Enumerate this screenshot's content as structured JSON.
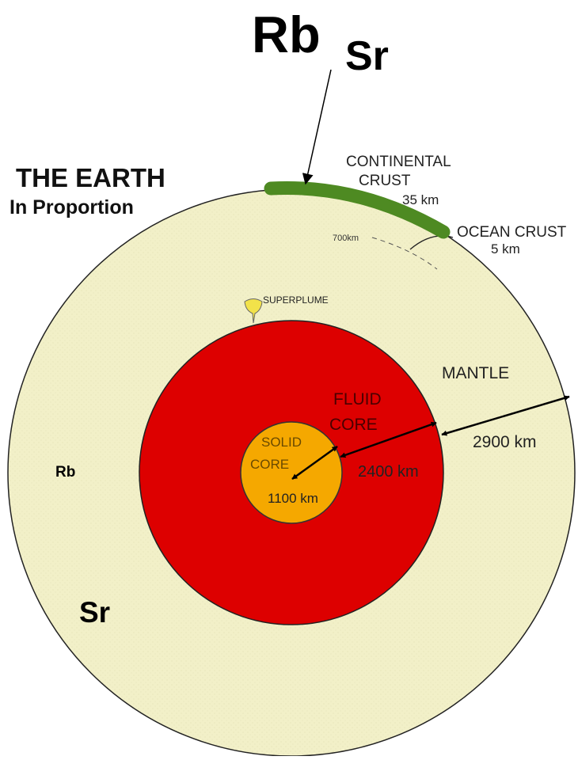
{
  "top_labels": {
    "rb": "Rb",
    "sr": "Sr"
  },
  "title": {
    "line1": "THE EARTH",
    "line2": "In Proportion"
  },
  "crust": {
    "continental_line1": "CONTINENTAL",
    "continental_line2": "CRUST",
    "continental_thickness": "35 km",
    "ocean_line1": "OCEAN CRUST",
    "ocean_thickness": "5 km"
  },
  "depth_marker": "700km",
  "superplume": "SUPERPLUME",
  "mantle": {
    "label": "MANTLE",
    "thickness": "2900 km",
    "rb": "Rb",
    "sr": "Sr"
  },
  "fluid_core": {
    "line1": "FLUID",
    "line2": "CORE",
    "thickness": "2400 km"
  },
  "solid_core": {
    "line1": "SOLID",
    "line2": "CORE",
    "radius": "1100 km"
  },
  "colors": {
    "mantle": "#f2f0c8",
    "mantle_outline": "#222222",
    "fluid_core": "#dd0000",
    "solid_core": "#f5a800",
    "crust": "#4e8a22",
    "superplume": "#f2e24a"
  }
}
